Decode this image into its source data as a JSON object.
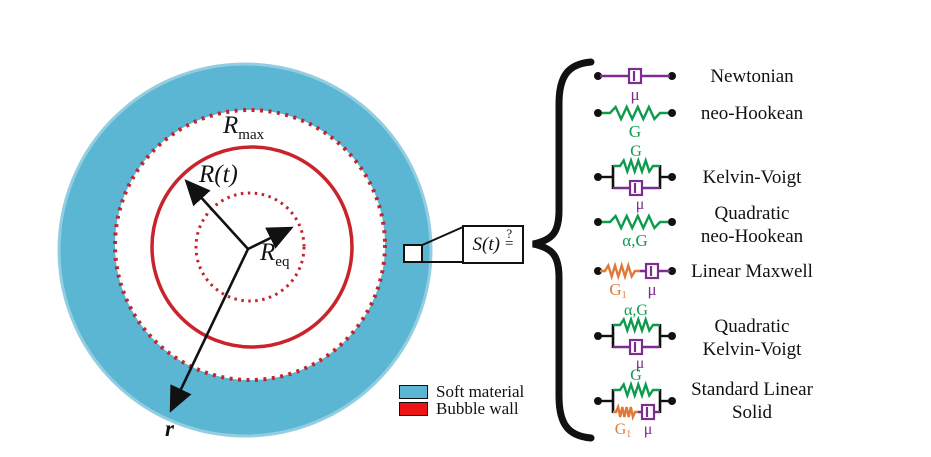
{
  "figure": {
    "bubble": {
      "r_max": {
        "base": "R",
        "sub": "max"
      },
      "r_t": "R(t)",
      "r_eq": {
        "base": "R",
        "sub": "eq"
      },
      "r": "r"
    },
    "callout": {
      "s": "S(t)",
      "question": "?",
      "equals": "="
    },
    "legend": [
      {
        "label": "Soft material",
        "color": "#5BB6D4"
      },
      {
        "label": "Bubble wall",
        "color": "#EE1414"
      }
    ],
    "colors": {
      "soft_material": "#5BB6D4",
      "soft_material_rim": "#92CEE0",
      "bubble_wall_red": "#C9242B",
      "dotted_red": "#C0262C",
      "spring_green": "#0D9B4D",
      "dashpot_purple": "#7D2C90",
      "spring_orange": "#DF7A38",
      "ink": "#111111"
    },
    "models": [
      {
        "name": "Newtonian",
        "lines": [
          "Newtonian"
        ],
        "element": "dashpot",
        "labels": {
          "dashpot": "μ"
        }
      },
      {
        "name": "neo-Hookean",
        "lines": [
          "neo-Hookean"
        ],
        "element": "spring",
        "labels": {
          "spring": "G"
        }
      },
      {
        "name": "Kelvin-Voigt",
        "lines": [
          "Kelvin-Voigt"
        ],
        "element": "kelvin_voigt",
        "labels": {
          "spring": "G",
          "dashpot": "μ"
        }
      },
      {
        "name": "Quadratic neo-Hookean",
        "lines": [
          "Quadratic",
          "neo-Hookean"
        ],
        "element": "spring",
        "labels": {
          "spring": "α,G"
        }
      },
      {
        "name": "Linear Maxwell",
        "lines": [
          "Linear Maxwell"
        ],
        "element": "maxwell",
        "labels": {
          "spring": "G",
          "spring_sub": "1",
          "dashpot": "μ"
        }
      },
      {
        "name": "Quadratic Kelvin-Voigt",
        "lines": [
          "Quadratic",
          "Kelvin-Voigt"
        ],
        "element": "kelvin_voigt",
        "labels": {
          "spring": "α,G",
          "dashpot": "μ"
        }
      },
      {
        "name": "Standard Linear Solid",
        "lines": [
          "Standard Linear",
          "Solid"
        ],
        "element": "sls",
        "labels": {
          "spring": "G",
          "spring2": "G",
          "spring2_sub": "1",
          "dashpot": "μ"
        }
      }
    ]
  }
}
